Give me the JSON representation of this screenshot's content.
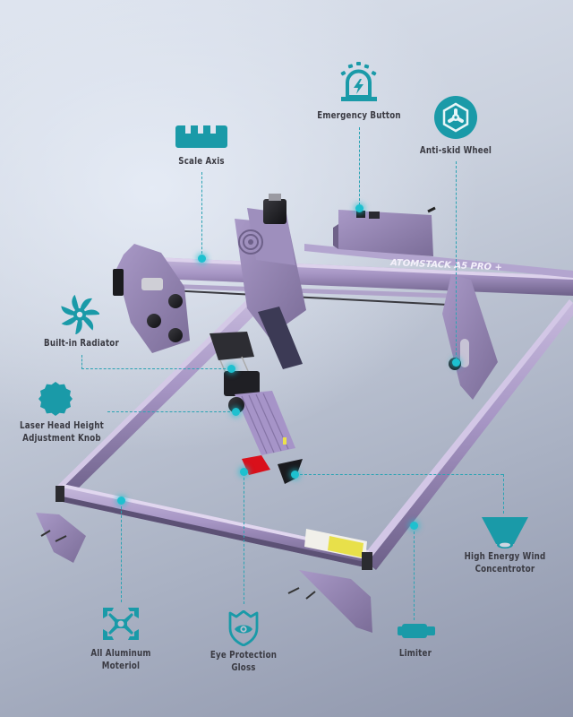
{
  "product": {
    "brand": "ATOMSTACK",
    "model": "A5 PRO +",
    "rail_label": "ATOMSTACK A5 PRO +"
  },
  "colors": {
    "accent": "#1a9aa8",
    "frame": "#9d8db8",
    "frame_dark": "#6f6289",
    "label_text": "#3a3a42",
    "leader": "#2aa3b3"
  },
  "features": [
    {
      "id": "emergency-button",
      "label": "Emergency Button",
      "icon": "siren-bolt-icon"
    },
    {
      "id": "anti-skid-wheel",
      "label": "Anti-skid Wheel",
      "icon": "wheel-icon"
    },
    {
      "id": "scale-axis",
      "label": "Scale Axis",
      "icon": "ruler-icon"
    },
    {
      "id": "built-in-radiator",
      "label": "Built-in Radiator",
      "icon": "fan-icon"
    },
    {
      "id": "laser-head-knob",
      "label_line1": "Laser Head Height",
      "label_line2": "Adjustment Knob",
      "icon": "knob-icon"
    },
    {
      "id": "wind-concentrator",
      "label_line1": "High Energy Wind",
      "label_line2": "Concentrotor",
      "icon": "funnel-icon"
    },
    {
      "id": "aluminum-material",
      "label_line1": "All Aluminum",
      "label_line2": "Moteriol",
      "icon": "aluminum-profile-icon"
    },
    {
      "id": "eye-protection",
      "label_line1": "Eye Protection",
      "label_line2": "Gloss",
      "icon": "shield-eye-icon"
    },
    {
      "id": "limiter",
      "label": "Limiter",
      "icon": "limiter-switch-icon"
    }
  ]
}
